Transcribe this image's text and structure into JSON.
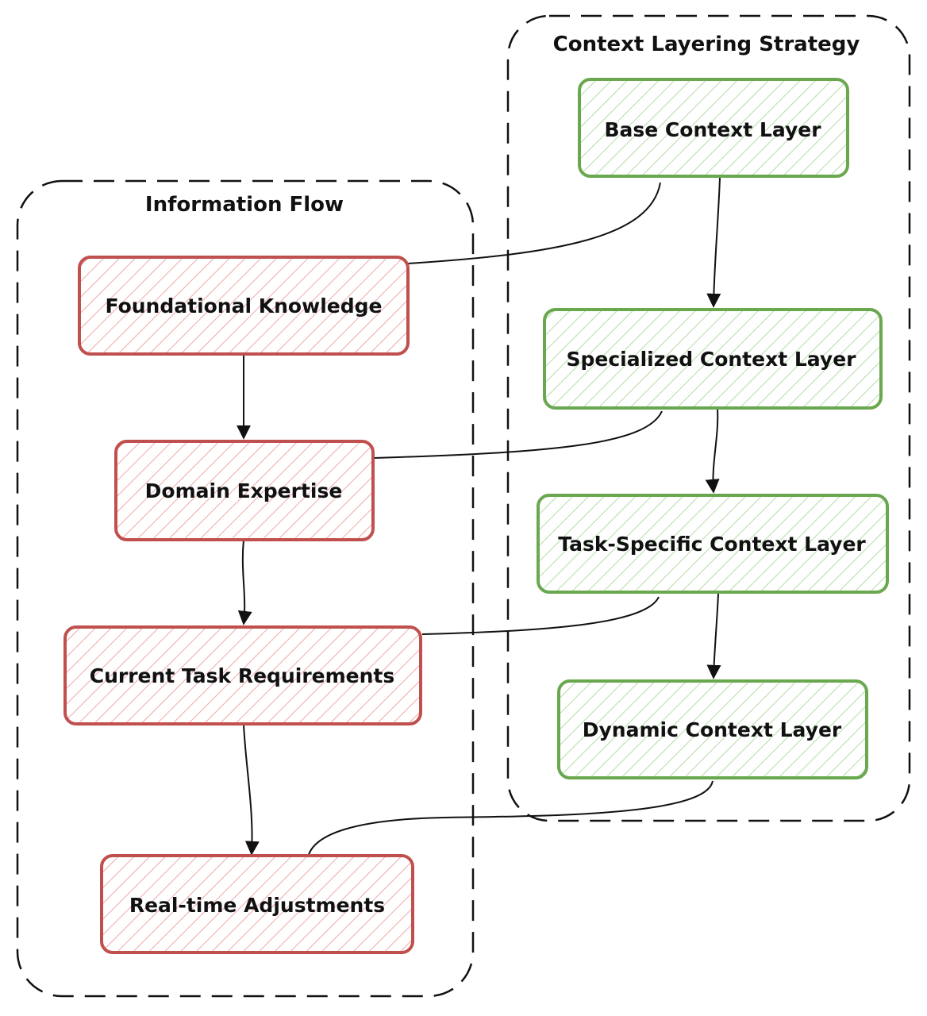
{
  "colors": {
    "red_stroke": "#c0504d",
    "red_fill": "#f5b5b5",
    "green_stroke": "#6aa84f",
    "green_fill": "#b6e0ac",
    "border": "#111111",
    "background": "#ffffff"
  },
  "groups": {
    "information_flow": {
      "title": "Information Flow",
      "nodes": {
        "foundational_knowledge": "Foundational Knowledge",
        "domain_expertise": "Domain Expertise",
        "current_task_requirements": "Current Task Requirements",
        "real_time_adjustments": "Real-time Adjustments"
      }
    },
    "context_layering": {
      "title": "Context Layering Strategy",
      "nodes": {
        "base_context_layer": "Base Context Layer",
        "specialized_context_layer": "Specialized Context Layer",
        "task_specific_context_layer": "Task-Specific Context Layer",
        "dynamic_context_layer": "Dynamic Context Layer"
      }
    }
  }
}
